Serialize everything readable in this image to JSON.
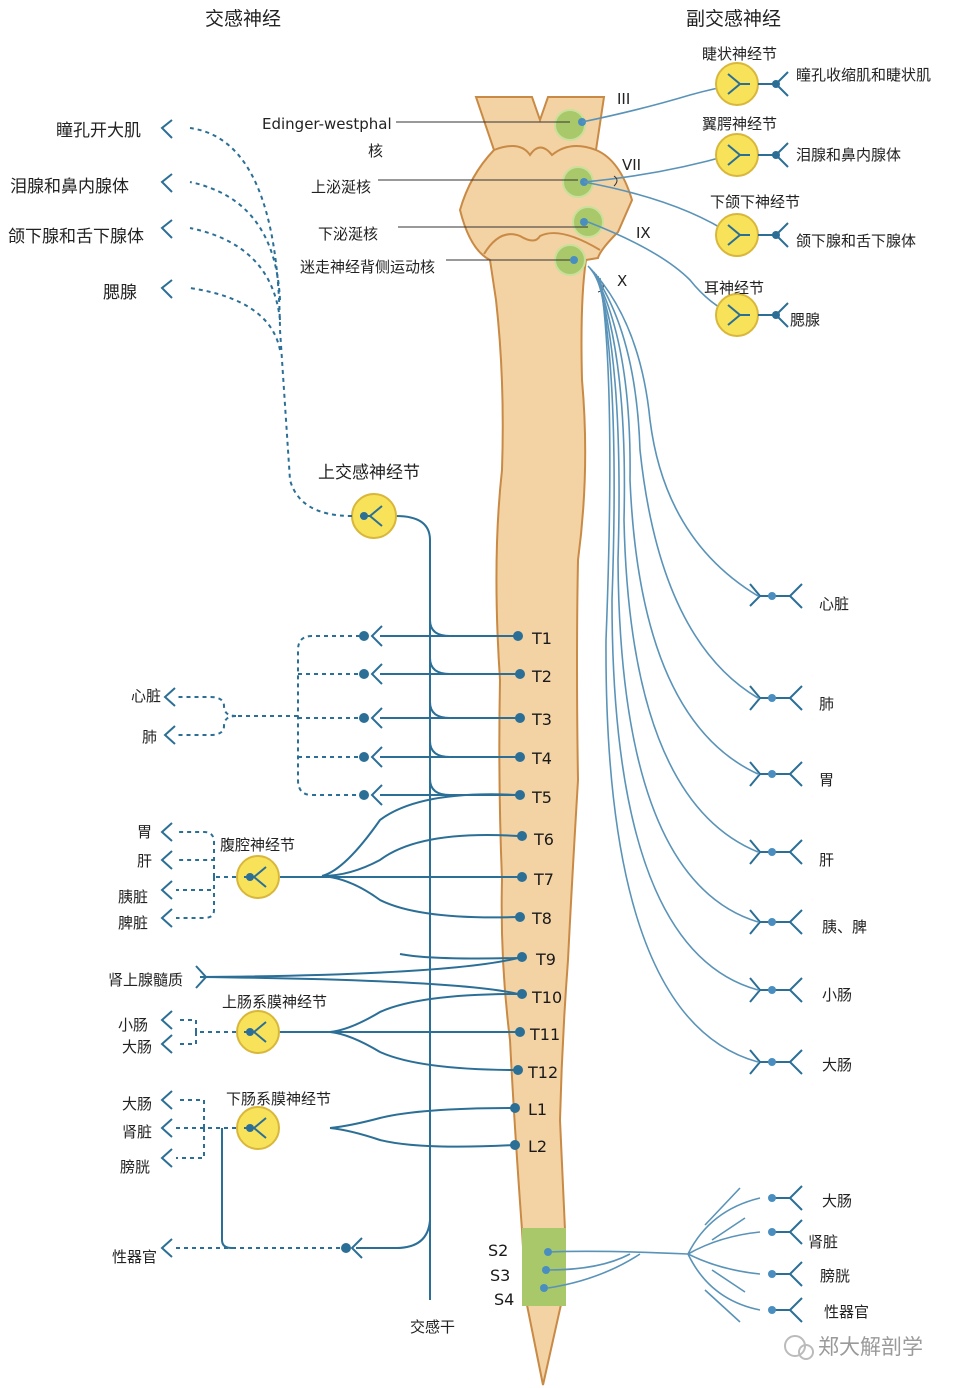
{
  "titles": {
    "sympathetic": "交感神经",
    "parasympathetic": "副交感神经"
  },
  "nuclei": {
    "edinger": "Edinger-westphal",
    "edinger_suffix": "核",
    "sup_salivatory": "上泌涎核",
    "inf_salivatory": "下泌涎核",
    "vagus_dorsal": "迷走神经背侧运动核"
  },
  "cranial_nerves": [
    "III",
    "VII",
    "IX",
    "X"
  ],
  "para_ganglia": [
    {
      "name": "睫状神经节",
      "target": "瞳孔收缩肌和睫状肌"
    },
    {
      "name": "翼腭神经节",
      "target": "泪腺和鼻内腺体"
    },
    {
      "name": "下颌下神经节",
      "target": "颌下腺和舌下腺体"
    },
    {
      "name": "耳神经节",
      "target": "腮腺"
    }
  ],
  "symp_head_targets": [
    "瞳孔开大肌",
    "泪腺和鼻内腺体",
    "颌下腺和舌下腺体",
    "腮腺"
  ],
  "symp_ganglia": {
    "superior_cervical": "上交感神经节",
    "celiac": "腹腔神经节",
    "sup_mesenteric": "上肠系膜神经节",
    "inf_mesenteric": "下肠系膜神经节"
  },
  "symp_thoracic_targets": [
    "心脏",
    "肺"
  ],
  "symp_celiac_targets": [
    "胃",
    "肝",
    "胰脏",
    "脾脏"
  ],
  "adrenal": "肾上腺髓质",
  "symp_sup_mes_targets": [
    "小肠",
    "大肠"
  ],
  "symp_inf_mes_targets": [
    "大肠",
    "肾脏",
    "膀胱"
  ],
  "genital": "性器官",
  "segments": [
    "T1",
    "T2",
    "T3",
    "T4",
    "T5",
    "T6",
    "T7",
    "T8",
    "T9",
    "T10",
    "T11",
    "T12",
    "L1",
    "L2"
  ],
  "sacral": [
    "S2",
    "S3",
    "S4"
  ],
  "trunk_label": "交感干",
  "vagus_targets": [
    "心脏",
    "肺",
    "胃",
    "肝",
    "胰、脾",
    "小肠",
    "大肠"
  ],
  "sacral_targets": [
    "大肠",
    "肾脏",
    "膀胱",
    "性器官"
  ],
  "watermark": "郑大解剖学",
  "colors": {
    "nerve": "#2b6f97",
    "ganglion": "#f7e25a",
    "cord": "#f3d2a4",
    "nucleus": "#a8c86a"
  }
}
